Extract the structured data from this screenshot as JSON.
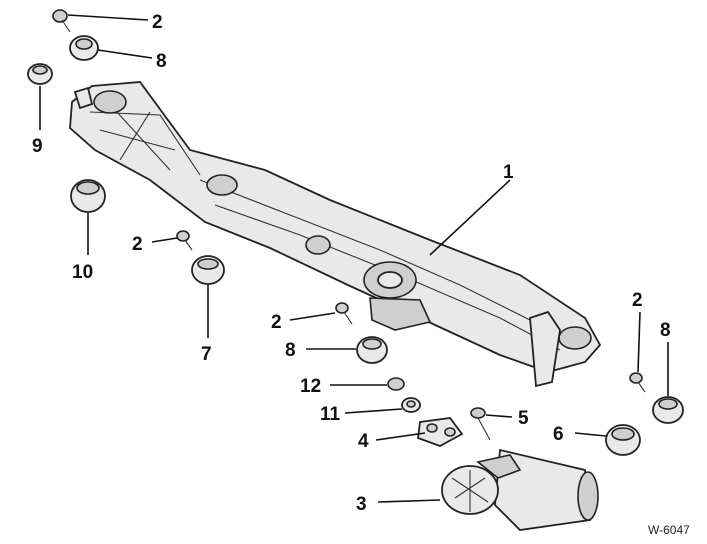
{
  "figure": {
    "code": "W-6047",
    "callouts": [
      "1",
      "2",
      "2",
      "2",
      "2",
      "3",
      "4",
      "5",
      "6",
      "7",
      "8",
      "8",
      "8",
      "9",
      "10",
      "11",
      "12"
    ]
  }
}
